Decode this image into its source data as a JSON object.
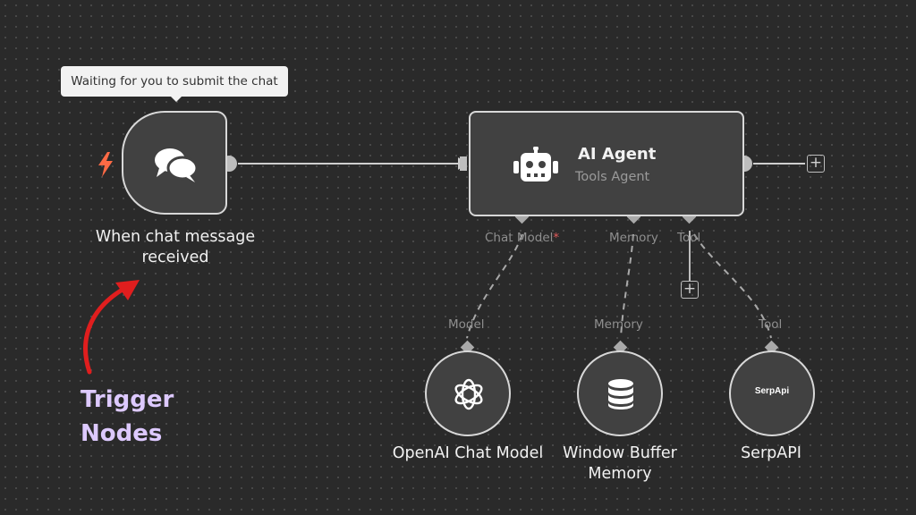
{
  "tooltip": {
    "text": "Waiting for you to submit the chat"
  },
  "trigger": {
    "label_line1": "When chat message",
    "label_line2": "received",
    "icon": "chat-bubbles-icon",
    "marker_icon": "lightning-bolt-icon"
  },
  "agent": {
    "title": "AI Agent",
    "subtitle": "Tools Agent",
    "icon": "robot-icon"
  },
  "agent_ports": {
    "chat_model": "Chat Model",
    "chat_model_required": "*",
    "memory": "Memory",
    "tool": "Tool"
  },
  "sub_nodes": [
    {
      "name": "OpenAI Chat Model",
      "port_label": "Model",
      "icon": "openai-icon"
    },
    {
      "name_line1": "Window Buffer",
      "name_line2": "Memory",
      "port_label": "Memory",
      "icon": "database-icon"
    },
    {
      "name": "SerpAPI",
      "port_label": "Tool",
      "logo_text": "SerpApi"
    }
  ],
  "annotation": {
    "line1": "Trigger",
    "line2": "Nodes",
    "arrow_color": "#e01e1e",
    "text_color": "#ddc9ff"
  },
  "plus": "+"
}
